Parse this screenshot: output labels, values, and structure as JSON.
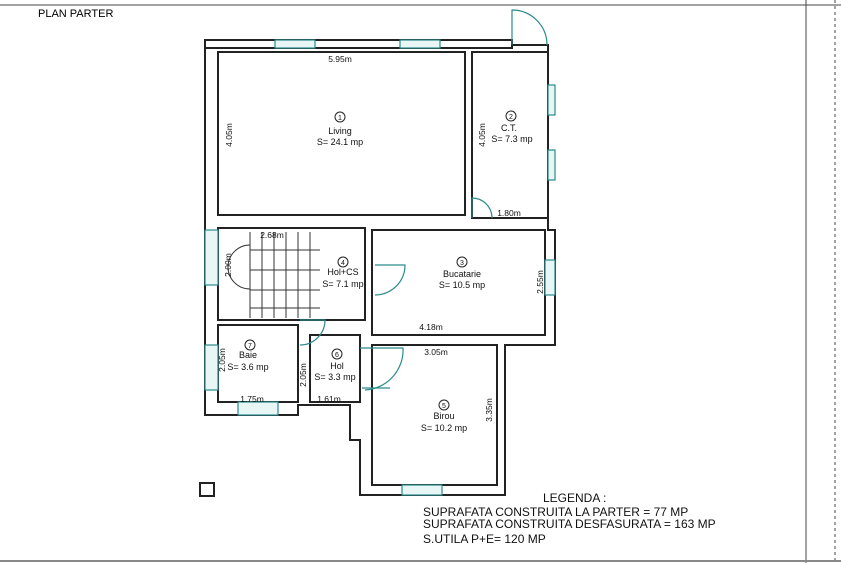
{
  "title": "PLAN PARTER",
  "rooms": [
    {
      "num": "1",
      "name": "Living",
      "area": "S= 24.1 mp"
    },
    {
      "num": "2",
      "name": "C.T.",
      "area": "S= 7.3 mp"
    },
    {
      "num": "3",
      "name": "Bucatarie",
      "area": "S= 10.5 mp"
    },
    {
      "num": "4",
      "name": "Hol+CS",
      "area": "S= 7.1 mp"
    },
    {
      "num": "5",
      "name": "Birou",
      "area": "S= 10.2 mp"
    },
    {
      "num": "6",
      "name": "Hol",
      "area": "S= 3.3 mp"
    },
    {
      "num": "7",
      "name": "Baie",
      "area": "S= 3.6 mp"
    }
  ],
  "dimensions": {
    "living_w": "5.95m",
    "living_h": "4.05m",
    "ct_h": "4.05m",
    "ct_w": "1.80m",
    "stair_w": "2.68m",
    "stair_h": "2.00m",
    "buc_h": "2.55m",
    "buc_w": "4.18m",
    "birou_w": "3.05m",
    "birou_h": "3.35m",
    "baie_h": "2.05m",
    "baie_w": "1.75m",
    "hol_h": "2.05m",
    "hol_w": "1.61m"
  },
  "legend": {
    "heading": "LEGENDA :",
    "lines": [
      "SUPRAFATA CONSTRUITA LA PARTER = 77 MP",
      "SUPRAFATA CONSTRUITA DESFASURATA = 163 MP",
      "S.UTILA P+E= 120 MP"
    ]
  }
}
